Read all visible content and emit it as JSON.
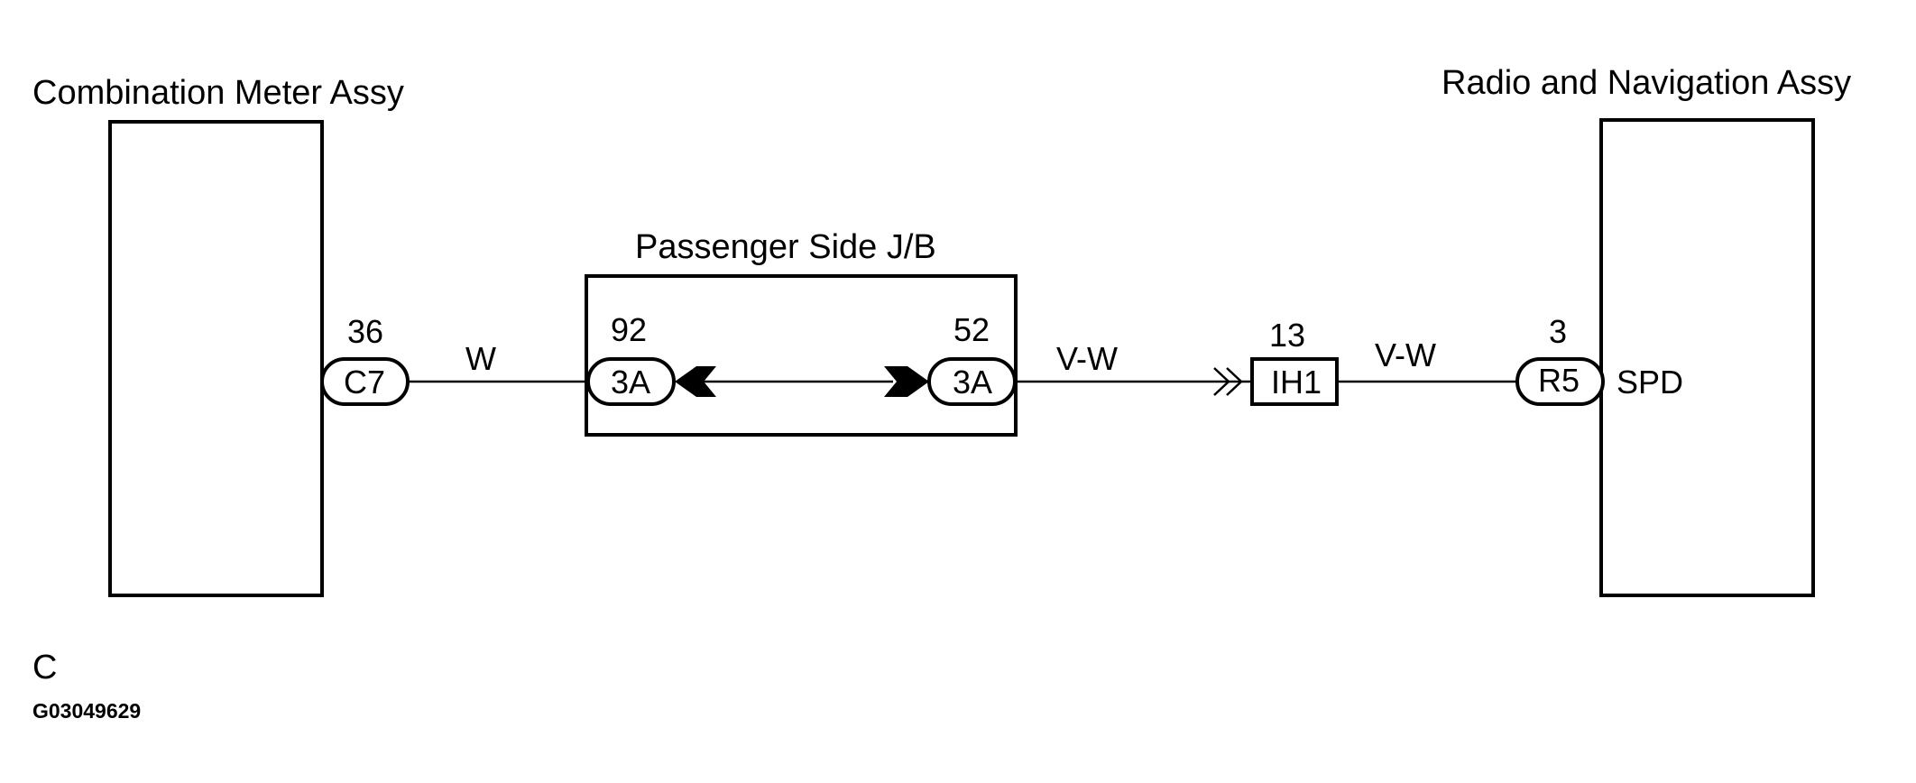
{
  "components": {
    "combination_meter": "Combination Meter Assy",
    "radio_navigation": "Radio and Navigation Assy",
    "junction_block": "Passenger Side J/B"
  },
  "connectors": {
    "c7": {
      "pin": "36",
      "code": "C7"
    },
    "jb_left": {
      "pin": "92",
      "code": "3A"
    },
    "jb_right": {
      "pin": "52",
      "code": "3A"
    },
    "ih1": {
      "pin": "13",
      "code": "IH1"
    },
    "r5": {
      "pin": "3",
      "code": "R5"
    }
  },
  "wires": {
    "meter_to_jb": "W",
    "jb_to_ih1": "V-W",
    "ih1_to_radio": "V-W"
  },
  "terminals": {
    "radio_input": "SPD"
  },
  "footer": {
    "section_letter": "C",
    "figure_code": "G03049629"
  }
}
